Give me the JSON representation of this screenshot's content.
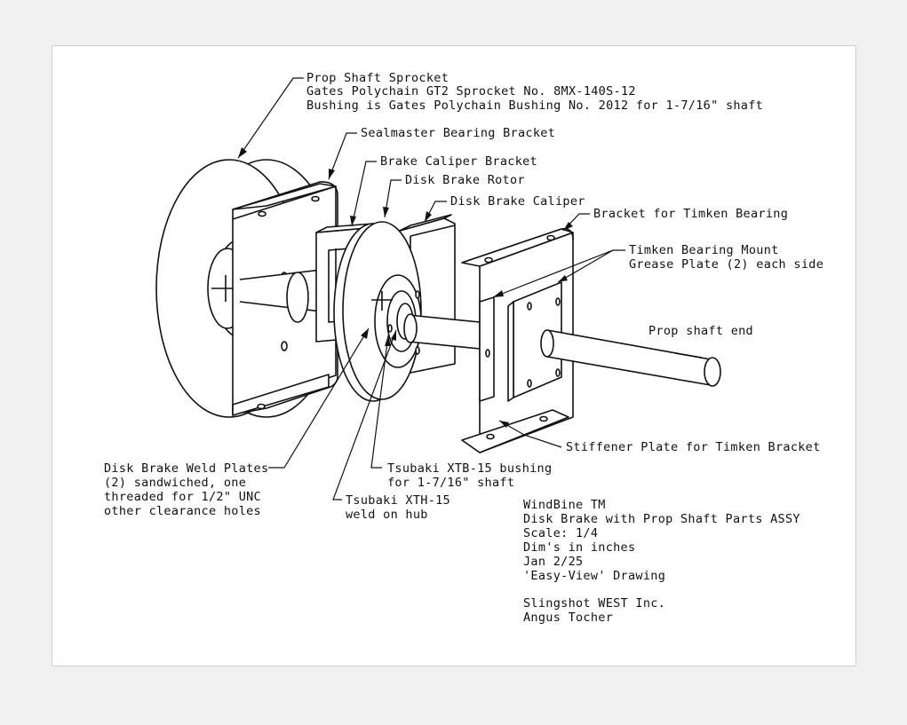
{
  "callouts": {
    "prop_sprocket": {
      "title": "Prop Shaft Sprocket",
      "line2": "Gates Polychain GT2 Sprocket No. 8MX-140S-12",
      "line3": "Bushing is Gates Polychain Bushing No. 2012 for 1-7/16\" shaft"
    },
    "sealmaster": "Sealmaster Bearing Bracket",
    "caliper_bracket": "Brake Caliper Bracket",
    "rotor": "Disk Brake Rotor",
    "caliper": "Disk Brake Caliper",
    "timken_bracket": "Bracket for Timken Bearing",
    "timken_mount": {
      "line1": "Timken Bearing Mount",
      "line2": "Grease Plate (2) each side"
    },
    "prop_end": "Prop shaft end",
    "stiffener": "Stiffener Plate for Timken Bracket",
    "weld_plates": {
      "line1": "Disk Brake Weld Plates",
      "line2": "(2) sandwiched, one",
      "line3": "threaded for 1/2\" UNC",
      "line4": "other clearance holes"
    },
    "xtb": {
      "line1": "Tsubaki XTB-15 bushing",
      "line2": "for 1-7/16\" shaft"
    },
    "xth": {
      "line1": "Tsubaki XTH-15",
      "line2": "weld on hub"
    }
  },
  "title_block": {
    "l1": "WindBine TM",
    "l2": "Disk Brake with Prop Shaft Parts ASSY",
    "l3": "Scale: 1/4",
    "l4": "Dim's in inches",
    "l5": "Jan 2/25",
    "l6": "'Easy-View' Drawing",
    "l7": "Slingshot WEST Inc.",
    "l8": "Angus Tocher"
  }
}
